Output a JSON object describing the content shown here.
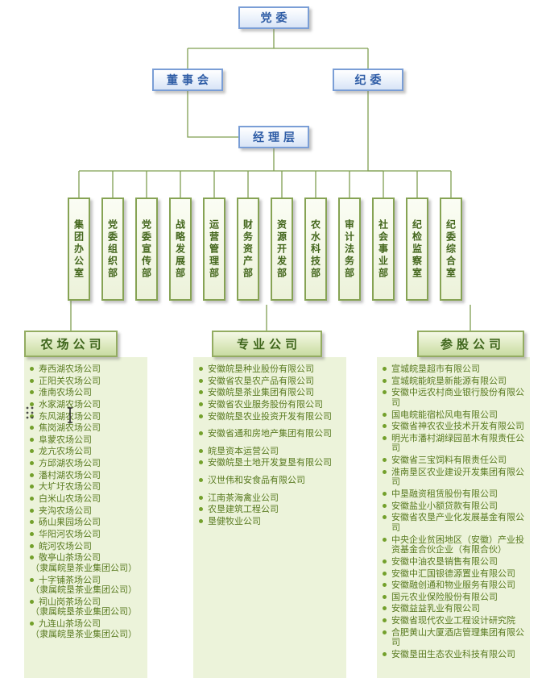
{
  "org": {
    "party_committee": "党委",
    "board": "董事会",
    "discipline_committee": "纪委",
    "management": "经理层",
    "departments": [
      "集团办公室",
      "党委组织部",
      "党委宣传部",
      "战略发展部",
      "运营管理部",
      "财务资产部",
      "资源开发部",
      "农水科技部",
      "审计法务部",
      "社会事业部",
      "纪检监察室",
      "纪委综合室"
    ],
    "groups": [
      {
        "title": "农场公司",
        "items": [
          {
            "name": "寿西湖农场公司"
          },
          {
            "name": "正阳关农场公司"
          },
          {
            "name": "淮南农场公司"
          },
          {
            "name": "水家湖农场公司"
          },
          {
            "name": "东风湖农场公司"
          },
          {
            "name": "焦岗湖农场公司"
          },
          {
            "name": "阜蒙农场公司"
          },
          {
            "name": "龙亢农场公司"
          },
          {
            "name": "方邱湖农场公司"
          },
          {
            "name": "潘村湖农场公司"
          },
          {
            "name": "大圹圩农场公司"
          },
          {
            "name": "白米山农场公司"
          },
          {
            "name": "夹沟农场公司"
          },
          {
            "name": "砀山果园场公司"
          },
          {
            "name": "华阳河农场公司"
          },
          {
            "name": "皖河农场公司"
          },
          {
            "name": "敬亭山茶场公司",
            "note": "（隶属皖垦茶业集团公司）"
          },
          {
            "name": "十字铺茶场公司",
            "note": "（隶属皖垦茶业集团公司）"
          },
          {
            "name": "祠山岗茶场公司",
            "note": "（隶属皖垦茶业集团公司）"
          },
          {
            "name": "九连山茶场公司",
            "note": "（隶属皖垦茶业集团公司）"
          }
        ]
      },
      {
        "title": "专业公司",
        "items": [
          {
            "name": "安徽皖垦种业股份有限公司"
          },
          {
            "name": "安徽省农垦农产品有限公司"
          },
          {
            "name": "安徽皖垦茶业集团有限公司"
          },
          {
            "name": "安徽省农业服务股份有限公司"
          },
          {
            "name": "安徽皖垦农业投资开发有限公司"
          },
          {
            "name": "安徽省通和房地产集团有限公司",
            "gap": true
          },
          {
            "name": "皖垦资本运营公司",
            "gap": true
          },
          {
            "name": "安徽皖垦土地开发复垦有限公司"
          },
          {
            "name": "汉世伟和安食品有限公司",
            "gap": true
          },
          {
            "name": "江南茶海禽业公司",
            "gap": true
          },
          {
            "name": "农垦建筑工程公司"
          },
          {
            "name": "垦健牧业公司"
          }
        ]
      },
      {
        "title": "参股公司",
        "items": [
          {
            "name": "宣城皖垦超市有限公司"
          },
          {
            "name": "宣城皖能皖垦新能源有限公司"
          },
          {
            "name": "安徽中远农村商业银行股份有限公司"
          },
          {
            "name": "国电皖能宿松风电有限公司"
          },
          {
            "name": "安徽省神农农业技术开发有限公司"
          },
          {
            "name": "明光市潘村湖绿园苗木有限责任公司"
          },
          {
            "name": "安徽省三宝饲料有限责任公司"
          },
          {
            "name": "淮南垦区农业建设开发集团有限公司"
          },
          {
            "name": "中垦融资租赁股份有限公司"
          },
          {
            "name": "安徽盐业小额贷款有限公司"
          },
          {
            "name": "安徽省农垦产业化发展基金有限公司"
          },
          {
            "name": "中央企业贫困地区（安徽）产业投资基金合伙企业（有限合伙）"
          },
          {
            "name": "安徽中油农垦销售有限公司"
          },
          {
            "name": "安徽中汇国银德源置业有限公司"
          },
          {
            "name": "安徽融创通和物业服务有限公司"
          },
          {
            "name": "国元农业保险股份有限公司"
          },
          {
            "name": "安徽益益乳业有限公司"
          },
          {
            "name": "安徽省现代农业工程设计研究院"
          },
          {
            "name": "合肥黄山大厦酒店管理集团有限公司"
          },
          {
            "name": "安徽垦田生态农业科技有限公司"
          }
        ]
      }
    ],
    "colors": {
      "line": "#7f9f52",
      "node_border": "#7a9ed6",
      "node_text": "#2f5da6",
      "dept_border": "#86a354",
      "dept_text": "#44671d",
      "header_border": "#93ac61",
      "header_text": "#3f661c",
      "panel_bg": "#ecf3da",
      "list_text": "#597a20",
      "bullet": "#73a02b"
    }
  }
}
